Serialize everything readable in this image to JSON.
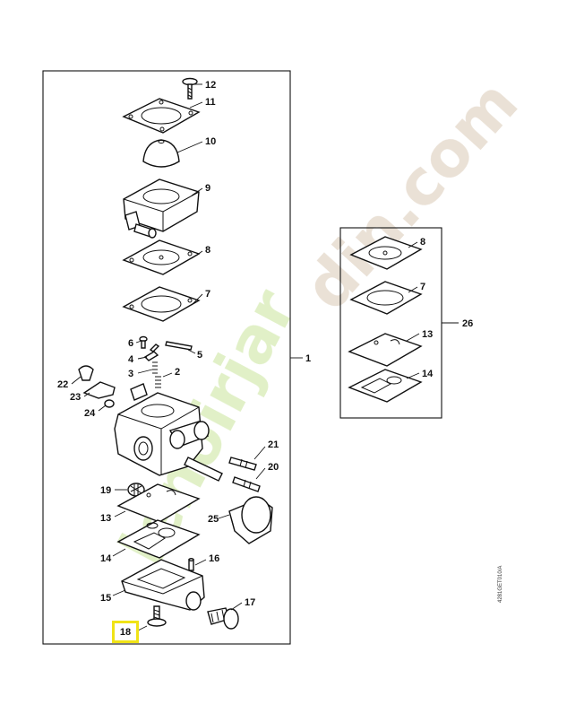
{
  "diagram": {
    "main_callouts": {
      "c12": "12",
      "c11": "11",
      "c10": "10",
      "c9": "9",
      "c8": "8",
      "c7": "7",
      "c6": "6",
      "c5": "5",
      "c4": "4",
      "c3": "3",
      "c2": "2",
      "c1": "1",
      "c22": "22",
      "c23": "23",
      "c24": "24",
      "c21": "21",
      "c20": "20",
      "c19": "19",
      "c13": "13",
      "c25": "25",
      "c14": "14",
      "c16": "16",
      "c15": "15",
      "c17": "17",
      "c18": "18"
    },
    "kit_callouts": {
      "k8": "8",
      "k7": "7",
      "k13": "13",
      "k14": "14",
      "k26": "26"
    },
    "highlighted_part": "18",
    "side_code": "4281GET010/A",
    "highlight_color": "#f0e316",
    "watermark": {
      "text": "lenoirjardin.com",
      "colors": [
        "#cfe6a0",
        "#f6c88a",
        "#d7c3ad"
      ]
    }
  }
}
